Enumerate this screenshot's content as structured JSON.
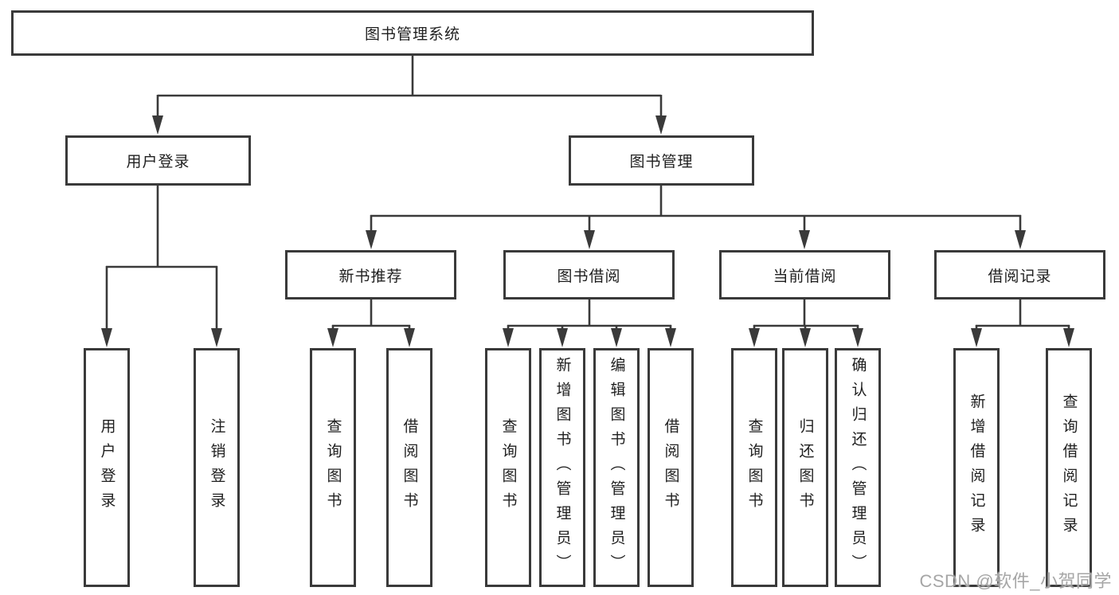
{
  "colors": {
    "line": "#3a3a3a",
    "box_border": "#3a3a3a",
    "text": "#1f1f1f",
    "background": "#ffffff",
    "watermark": "#a6a6a6"
  },
  "watermark": {
    "text": "CSDN @软件_小贺同学"
  },
  "tree": {
    "root": {
      "label": "图书管理系统",
      "children": [
        {
          "label": "用户登录",
          "children": [
            {
              "label": "用户登录"
            },
            {
              "label": "注销登录"
            }
          ]
        },
        {
          "label": "图书管理",
          "children": [
            {
              "label": "新书推荐",
              "children": [
                {
                  "label": "查询图书"
                },
                {
                  "label": "借阅图书"
                }
              ]
            },
            {
              "label": "图书借阅",
              "children": [
                {
                  "label": "查询图书"
                },
                {
                  "label": "新增图书（管理员）"
                },
                {
                  "label": "编辑图书（管理员）"
                },
                {
                  "label": "借阅图书"
                }
              ]
            },
            {
              "label": "当前借阅",
              "children": [
                {
                  "label": "查询图书"
                },
                {
                  "label": "归还图书"
                },
                {
                  "label": "确认归还（管理员）"
                }
              ]
            },
            {
              "label": "借阅记录",
              "children": [
                {
                  "label": "新增借阅记录"
                },
                {
                  "label": "查询借阅记录"
                }
              ]
            }
          ]
        }
      ]
    }
  }
}
